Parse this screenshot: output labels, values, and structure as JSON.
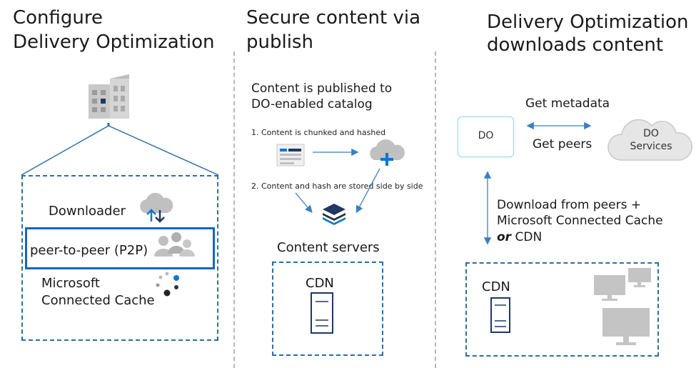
{
  "col1": {
    "title_line1": "Configure",
    "title_line2": "Delivery Optimization",
    "downloader_label": "Downloader",
    "p2p_label": "peer-to-peer (P2P)",
    "mcc_line1": "Microsoft",
    "mcc_line2": "Connected Cache"
  },
  "col2": {
    "title_line1": "Secure content via",
    "title_line2": "publish",
    "published_line1": "Content is published to",
    "published_line2": "DO-enabled catalog",
    "step1": "1.   Content is chunked and hashed",
    "step2": "2.   Content and hash are stored side by side",
    "servers_label": "Content servers",
    "cdn_label": "CDN"
  },
  "col3": {
    "title_line1": "Delivery Optimization",
    "title_line2": "downloads content",
    "do_label": "DO",
    "get_metadata": "Get metadata",
    "get_peers": "Get peers",
    "services_line1": "DO",
    "services_line2": "Services",
    "download_line1": "Download from peers +",
    "download_line2": "Microsoft Connected Cache",
    "download_or": "or",
    "download_cdn": " CDN",
    "cdn_label": "CDN"
  },
  "colors": {
    "accent": "#2e6da4",
    "arrow": "#3a7fc1",
    "icon_gray": "#bfbfbf",
    "dark_blue": "#1f3864",
    "bright_blue": "#0078d4"
  }
}
